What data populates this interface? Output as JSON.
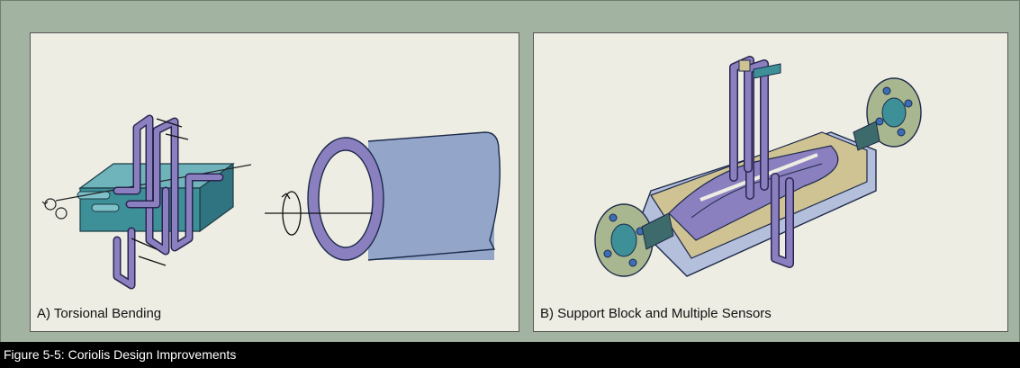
{
  "panels": {
    "a": {
      "label": "A) Torsional Bending"
    },
    "b": {
      "label": "B) Support Block and Multiple Sensors"
    }
  },
  "figure": {
    "caption": "Figure 5-5: Coriolis Design Improvements"
  },
  "colors": {
    "background": "#a2b3a2",
    "panel": "#eeede3",
    "block_teal": "#3d8f98",
    "tube_purple": "#8b80bf",
    "pipe_blue": "#93a6c9",
    "flange_green": "#a9b790",
    "liner_tan": "#cfc293",
    "caption_bar": "#000000"
  }
}
